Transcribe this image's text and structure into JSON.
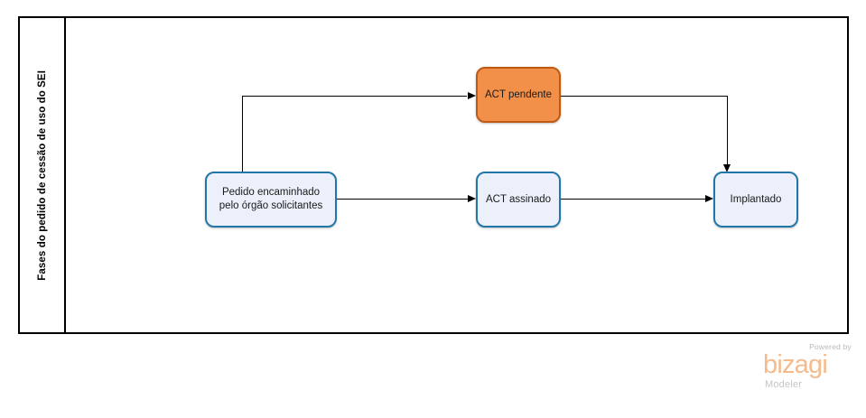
{
  "diagram": {
    "type": "bpmn-process-flow",
    "lane": {
      "title": "Fases do pedido de cessão de uso do SEI"
    },
    "nodes": [
      {
        "id": "pedido",
        "label": "Pedido encaminhado pelo órgão solicitantes",
        "label_line1": "Pedido encaminhado",
        "label_line2": "pelo órgão solicitantes",
        "style": "blue",
        "fill": "#EBF0FB",
        "stroke": "#2277A8"
      },
      {
        "id": "act-pendente",
        "label": "ACT pendente",
        "style": "orange",
        "fill": "#F2904A",
        "stroke": "#C05A12"
      },
      {
        "id": "act-assinado",
        "label": "ACT assinado",
        "style": "blue",
        "fill": "#EBF0FB",
        "stroke": "#2277A8"
      },
      {
        "id": "implantado",
        "label": "Implantado",
        "style": "blue",
        "fill": "#EBF0FB",
        "stroke": "#2277A8"
      }
    ],
    "connectors": [
      {
        "from": "pedido",
        "to": "act-pendente",
        "routing": "up-right"
      },
      {
        "from": "act-pendente",
        "to": "implantado",
        "routing": "right-down"
      },
      {
        "from": "pedido",
        "to": "act-assinado",
        "routing": "straight"
      },
      {
        "from": "act-assinado",
        "to": "implantado",
        "routing": "straight"
      }
    ]
  },
  "watermark": {
    "powered_by": "Powered by",
    "brand": "bizagi",
    "product": "Modeler",
    "brand_color": "#F6BB8C",
    "text_color": "#C4C4C4"
  }
}
